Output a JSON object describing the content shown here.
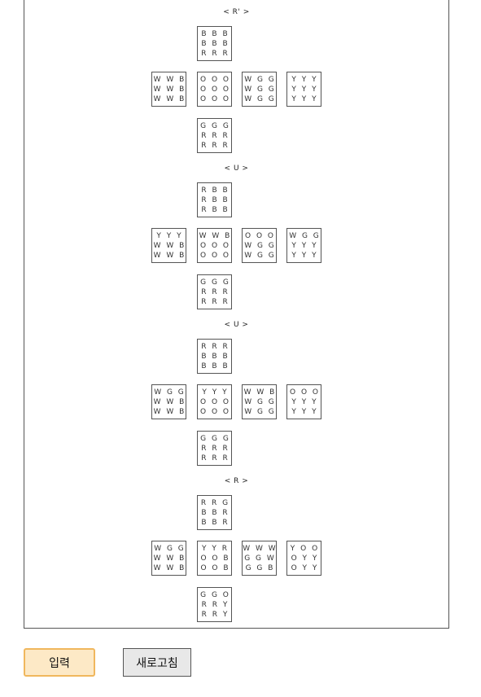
{
  "steps": [
    {
      "label": "< R' >",
      "up": [
        "B B B",
        "B B B",
        "R R R"
      ],
      "left": [
        "W W B",
        "W W B",
        "W W B"
      ],
      "front": [
        "O O O",
        "O O O",
        "O O O"
      ],
      "right": [
        "W G G",
        "W G G",
        "W G G"
      ],
      "back": [
        "Y Y Y",
        "Y Y Y",
        "Y Y Y"
      ],
      "down": [
        "G G G",
        "R R R",
        "R R R"
      ]
    },
    {
      "label": "< U >",
      "up": [
        "R B B",
        "R B B",
        "R B B"
      ],
      "left": [
        "Y Y Y",
        "W W B",
        "W W B"
      ],
      "front": [
        "W W B",
        "O O O",
        "O O O"
      ],
      "right": [
        "O O O",
        "W G G",
        "W G G"
      ],
      "back": [
        "W G G",
        "Y Y Y",
        "Y Y Y"
      ],
      "down": [
        "G G G",
        "R R R",
        "R R R"
      ]
    },
    {
      "label": "< U >",
      "up": [
        "R R R",
        "B B B",
        "B B B"
      ],
      "left": [
        "W G G",
        "W W B",
        "W W B"
      ],
      "front": [
        "Y Y Y",
        "O O O",
        "O O O"
      ],
      "right": [
        "W W B",
        "W G G",
        "W G G"
      ],
      "back": [
        "O O O",
        "Y Y Y",
        "Y Y Y"
      ],
      "down": [
        "G G G",
        "R R R",
        "R R R"
      ]
    },
    {
      "label": "< R >",
      "up": [
        "R R G",
        "B B R",
        "B B R"
      ],
      "left": [
        "W G G",
        "W W B",
        "W W B"
      ],
      "front": [
        "Y Y R",
        "O O B",
        "O O B"
      ],
      "right": [
        "W W W",
        "G G W",
        "G G B"
      ],
      "back": [
        "Y O O",
        "O Y Y",
        "O Y Y"
      ],
      "down": [
        "G G O",
        "R R Y",
        "R R Y"
      ]
    }
  ],
  "buttons": {
    "input": "입력",
    "refresh": "새로고침"
  }
}
